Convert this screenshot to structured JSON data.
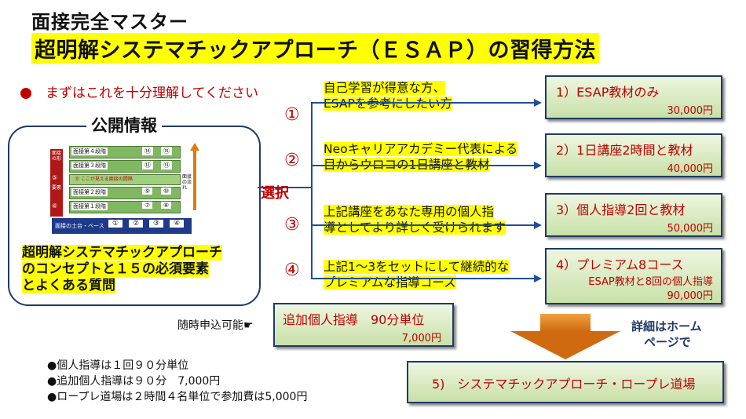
{
  "header": {
    "title": "面接完全マスター",
    "subtitle": "超明解システマチックアプローチ（ＥＳＡＰ）の習得方法"
  },
  "intro": "まずはこれを十分理解してください",
  "public_info": {
    "label": "公開情報",
    "concept_lines": [
      "超明解システマチックアプローチ",
      "のコンセプトと１５の必須要素",
      "とよくある質問"
    ],
    "diagram": {
      "side_labels": [
        "面接の形",
        "要素"
      ],
      "side_numbers": [
        "⑤",
        "⑥"
      ],
      "levels": [
        {
          "label": "面接第４段階",
          "nums": [
            "⑭",
            "⑮"
          ]
        },
        {
          "label": "面接第３段階",
          "nums": [
            "⑫",
            "⑬"
          ]
        },
        {
          "label": "⑪ ここが見える面接の間隔",
          "nums": []
        },
        {
          "label": "面接第２段階",
          "nums": [
            "⑨",
            "⑩"
          ]
        },
        {
          "label": "面接第１段階",
          "nums": [
            "⑦",
            "⑧"
          ]
        }
      ],
      "base_label": "面接の土台・ベース",
      "base_nums": [
        "①",
        "②",
        "③",
        "④"
      ],
      "flow_label": "面接の流れ"
    }
  },
  "select_label": "選択",
  "choices": [
    {
      "num": "①",
      "lines": [
        "自己学習が得意な方、",
        "ESAPを参考にしたい方"
      ]
    },
    {
      "num": "②",
      "lines": [
        "Neoキャリアアカデミー代表による",
        "目からウロコの1日講座と教材"
      ]
    },
    {
      "num": "③",
      "lines": [
        "上記講座をあなた専用の個人指",
        "導としてより詳しく受けられます"
      ]
    },
    {
      "num": "④",
      "lines": [
        "上記1～3をセットにして継続的な",
        "プレミアムな指導コース"
      ]
    }
  ],
  "plans": [
    {
      "title": "1）ESAP教材のみ",
      "sub": "",
      "price": "30,000円"
    },
    {
      "title": "2）1日講座2時間と教材",
      "sub": "",
      "price": "40,000円"
    },
    {
      "title": "3）個人指導2回と教材",
      "sub": "",
      "price": "50,000円"
    },
    {
      "title": "4）プレミアム8コース",
      "sub": "ESAP教材と8回の個人指導",
      "price": "90,000円"
    }
  ],
  "extra": {
    "note": "随時申込可能☛",
    "title": "追加個人指導　90分単位",
    "price": "7,000円"
  },
  "dojo": "5)　システマチックアプローチ・ロープレ道場",
  "detail": [
    "詳細はホーム",
    "ページで"
  ],
  "notes": [
    "●個人指導は１回９０分単位",
    "●追加個人指導は９０分　7,000円",
    "●ロープレ道場は２時間４名単位で参加費は5,000円"
  ],
  "colors": {
    "accent_red": "#c00000",
    "highlight": "#ffff00",
    "navy": "#1f3a68",
    "box_green": "#c8e0a8",
    "arrow_orange": "#e07a10"
  }
}
